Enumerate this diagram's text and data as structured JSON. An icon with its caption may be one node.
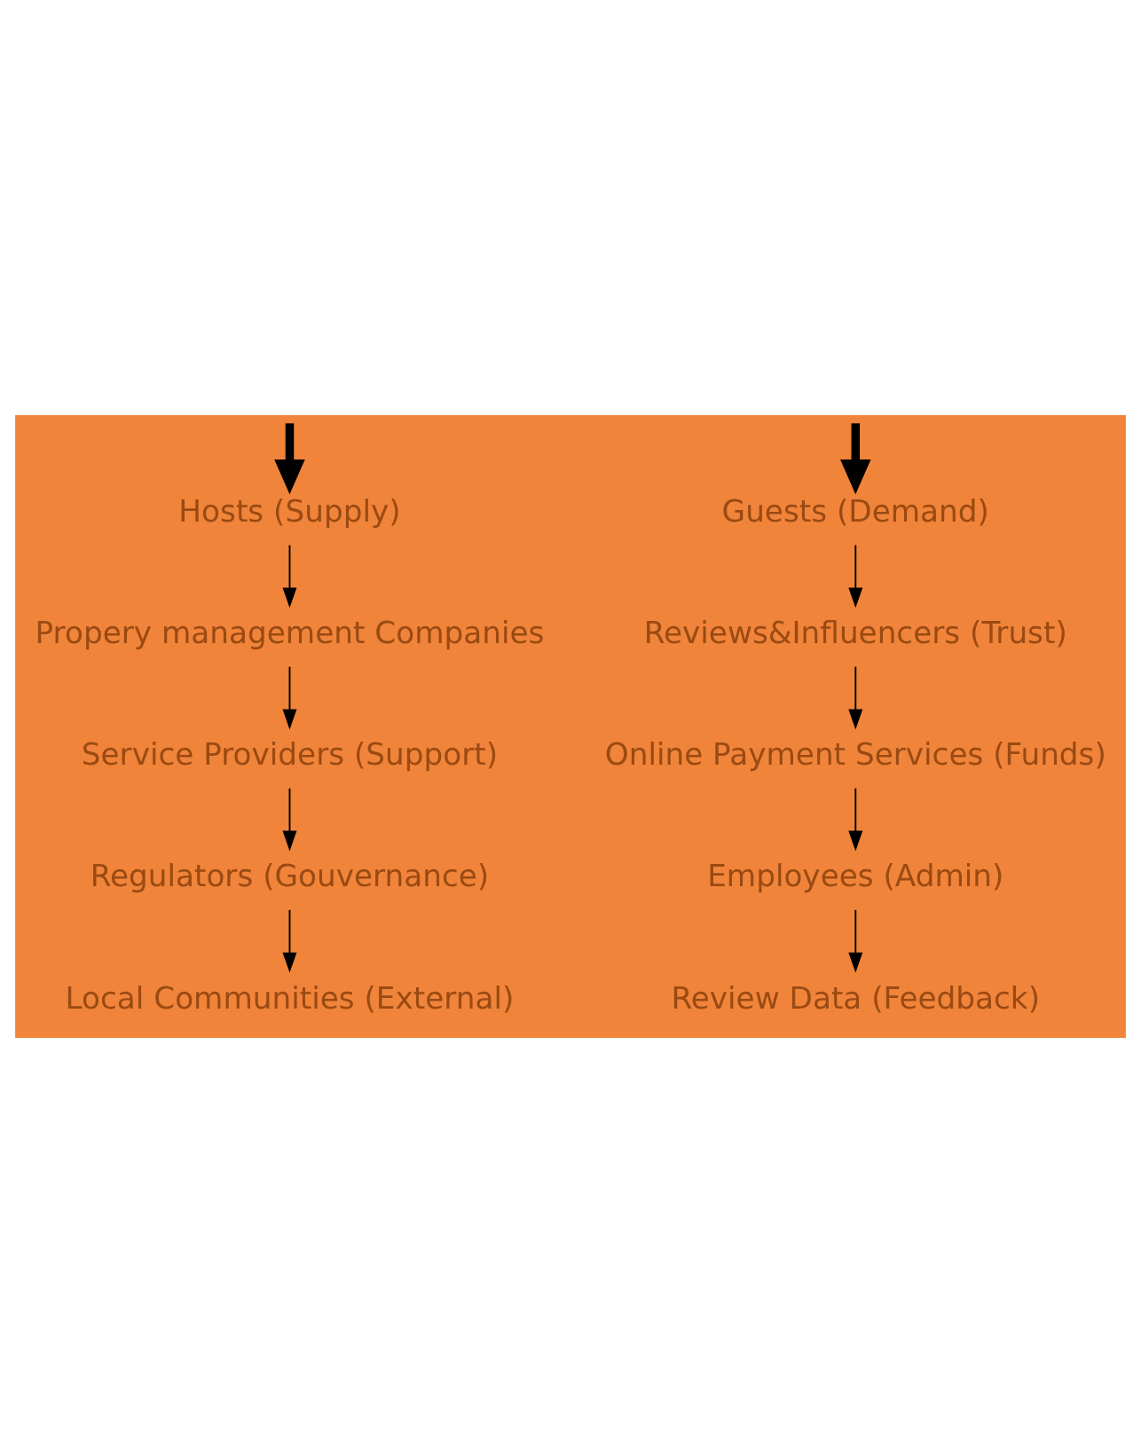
{
  "diagram": {
    "nodes": [
      {
        "text": [
          "Hosts (Supply)"
        ]
      },
      {
        "text": [
          "Propery management Companies"
        ]
      },
      {
        "text": [
          "Service Providers (Support)"
        ]
      },
      {
        "text": [
          "Regulators (Gouvernance)"
        ]
      },
      {
        "text": [
          "Local Communities (External)"
        ]
      },
      {
        "text": [
          "Guests (Demand)"
        ]
      },
      {
        "text": [
          "Reviews&Influencers (Trust)"
        ]
      },
      {
        "text": [
          "Online Payment Services (Funds)"
        ]
      },
      {
        "text": [
          "Employees (Admin)"
        ]
      },
      {
        "text": [
          "Review Data (Feedback)"
        ]
      }
    ],
    "edges": [
      {
        "from": null,
        "to": 0,
        "arrow": "to",
        "style": "thick"
      },
      {
        "from": 0,
        "to": 1,
        "arrow": "to"
      },
      {
        "from": 1,
        "to": 2,
        "arrow": "to"
      },
      {
        "from": 2,
        "to": 3,
        "arrow": "to"
      },
      {
        "from": 3,
        "to": 4,
        "arrow": "to"
      },
      {
        "from": null,
        "to": 5,
        "arrow": "to",
        "style": "thick"
      },
      {
        "from": 5,
        "to": 6,
        "arrow": "to"
      },
      {
        "from": 6,
        "to": 7,
        "arrow": "to"
      },
      {
        "from": 7,
        "to": 8,
        "arrow": "to"
      },
      {
        "from": 8,
        "to": 9,
        "arrow": "to"
      }
    ]
  }
}
